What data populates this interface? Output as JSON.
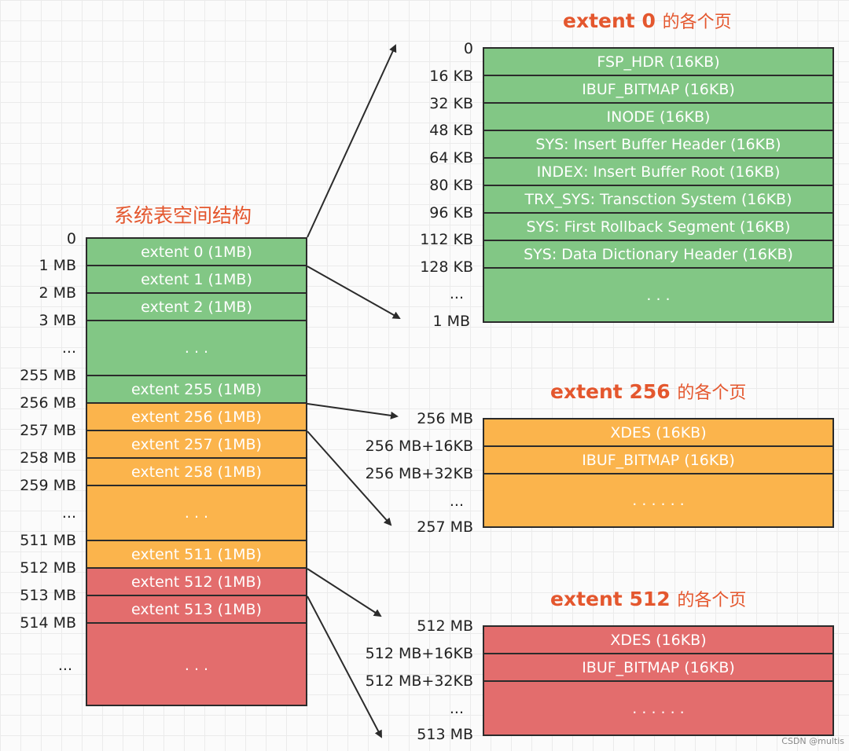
{
  "main": {
    "title": "系统表空间结构",
    "offsets": [
      "0",
      "1 MB",
      "2 MB",
      "3 MB",
      "...",
      "255 MB",
      "256 MB",
      "257 MB",
      "258 MB",
      "259 MB",
      "...",
      "511 MB",
      "512 MB",
      "513 MB",
      "514 MB",
      "..."
    ],
    "cells": [
      {
        "label": "extent 0 (1MB)",
        "color": "#82c785"
      },
      {
        "label": "extent 1 (1MB)",
        "color": "#82c785"
      },
      {
        "label": "extent 2 (1MB)",
        "color": "#82c785"
      },
      {
        "label": ". . .",
        "color": "#82c785"
      },
      {
        "label": "extent 255 (1MB)",
        "color": "#82c785"
      },
      {
        "label": "extent 256 (1MB)",
        "color": "#fbb44c"
      },
      {
        "label": "extent 257 (1MB)",
        "color": "#fbb44c"
      },
      {
        "label": "extent 258 (1MB)",
        "color": "#fbb44c"
      },
      {
        "label": ". . .",
        "color": "#fbb44c"
      },
      {
        "label": "extent 511 (1MB)",
        "color": "#fbb44c"
      },
      {
        "label": "extent 512 (1MB)",
        "color": "#e36d6d"
      },
      {
        "label": "extent 513 (1MB)",
        "color": "#e36d6d"
      },
      {
        "label": ". . .",
        "color": "#e36d6d"
      }
    ]
  },
  "extent0": {
    "title_en": "extent 0",
    "title_cn": "的各个页",
    "offsets": [
      "0",
      "16 KB",
      "32 KB",
      "48 KB",
      "64 KB",
      "80 KB",
      "96 KB",
      "112 KB",
      "128 KB",
      "...",
      "1 MB"
    ],
    "pages": [
      "FSP_HDR (16KB)",
      "IBUF_BITMAP (16KB)",
      "INODE (16KB)",
      "SYS: Insert Buffer Header (16KB)",
      "INDEX: Insert Buffer Root (16KB)",
      "TRX_SYS: Transction System (16KB)",
      "SYS: First Rollback Segment (16KB)",
      "SYS: Data Dictionary Header (16KB)",
      ". . ."
    ]
  },
  "extent256": {
    "title_en": "extent 256",
    "title_cn": "的各个页",
    "offsets": [
      "256 MB",
      "256 MB+16KB",
      "256 MB+32KB",
      "...",
      "257 MB"
    ],
    "pages": [
      "XDES (16KB)",
      "IBUF_BITMAP (16KB)",
      ". . . . . ."
    ]
  },
  "extent512": {
    "title_en": "extent 512",
    "title_cn": "的各个页",
    "offsets": [
      "512 MB",
      "512 MB+16KB",
      "512 MB+32KB",
      "...",
      "513 MB"
    ],
    "pages": [
      "XDES (16KB)",
      "IBUF_BITMAP (16KB)",
      ". . . . . ."
    ]
  },
  "colors": {
    "green": "#82c785",
    "orange": "#fbb44c",
    "red": "#e36d6d",
    "title": "#e4572e"
  },
  "watermark": "CSDN @multis"
}
